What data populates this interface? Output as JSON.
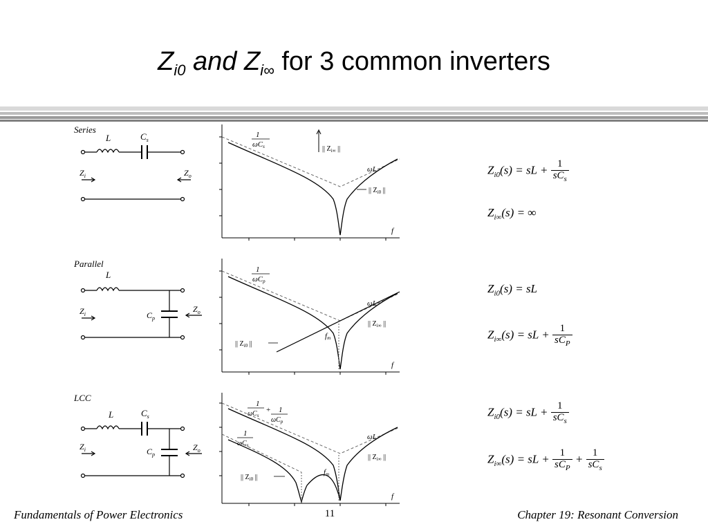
{
  "slide": {
    "title_z0": "Z",
    "title_z0_sub": "i0",
    "title_and": " and ",
    "title_zinf": "Z",
    "title_zinf_sub": "i∞",
    "title_rest": " for 3 common inverters"
  },
  "sections": [
    {
      "name": "Series",
      "components": {
        "L": "L",
        "C": "C",
        "C_sub": "s"
      },
      "terminals": {
        "zi": "Z",
        "zi_sub": "i",
        "zo": "Z",
        "zo_sub": "o"
      },
      "plot": {
        "asymptote_low": "1",
        "asymptote_low_den": "ωC",
        "asymptote_low_den_sub": "s",
        "asymptote_high": "ωL",
        "curve_label": "|| Z",
        "curve_label_sub": "i0",
        "curve_label_end": " ||",
        "inf_label": "|| Z",
        "inf_label_sub": "i∞",
        "inf_label_end": " ||",
        "xlabel": "f"
      },
      "equations": [
        {
          "lhs": "Z",
          "lhs_sub": "i0",
          "mid": "(s) = sL + ",
          "num": "1",
          "den": "sC",
          "den_sub": "s"
        },
        {
          "lhs": "Z",
          "lhs_sub": "i∞",
          "mid": "(s) = ∞"
        }
      ]
    },
    {
      "name": "Parallel",
      "components": {
        "L": "L",
        "C": "C",
        "C_sub": "p"
      },
      "terminals": {
        "zi": "Z",
        "zi_sub": "i",
        "zo": "Z",
        "zo_sub": "o"
      },
      "plot": {
        "asymptote_low": "1",
        "asymptote_low_den": "ωC",
        "asymptote_low_den_sub": "p",
        "asymptote_high": "ωL",
        "inf_label": "|| Z",
        "inf_label_sub": "i∞",
        "inf_label_end": " ||",
        "curve_label": "|| Z",
        "curve_label_sub": "i0",
        "curve_label_end": " ||",
        "fm": "f",
        "fm_sub": "m",
        "xlabel": "f"
      },
      "equations": [
        {
          "lhs": "Z",
          "lhs_sub": "i0",
          "mid": "(s) = sL"
        },
        {
          "lhs": "Z",
          "lhs_sub": "i∞",
          "mid": "(s) = sL + ",
          "num": "1",
          "den": "sC",
          "den_sub": "P"
        }
      ]
    },
    {
      "name": "LCC",
      "components": {
        "L": "L",
        "Cs": "C",
        "Cs_sub": "s",
        "Cp": "C",
        "Cp_sub": "p"
      },
      "terminals": {
        "zi": "Z",
        "zi_sub": "i",
        "zo": "Z",
        "zo_sub": "o"
      },
      "plot": {
        "asym1_a": "1",
        "asym1_a_den": "ωC",
        "asym1_a_den_sub": "s",
        "plus": "+",
        "asym1_b": "1",
        "asym1_b_den": "ωC",
        "asym1_b_den_sub": "p",
        "asym2": "1",
        "asym2_den": "ωC",
        "asym2_den_sub": "s",
        "asymptote_high": "ωL",
        "inf_label": "|| Z",
        "inf_label_sub": "i∞",
        "inf_label_end": " ||",
        "curve_label": "|| Z",
        "curve_label_sub": "i0",
        "curve_label_end": " ||",
        "fm": "f",
        "fm_sub": "m",
        "xlabel": "f"
      },
      "equations": [
        {
          "lhs": "Z",
          "lhs_sub": "i0",
          "mid": "(s) = sL + ",
          "num": "1",
          "den": "sC",
          "den_sub": "s"
        },
        {
          "lhs": "Z",
          "lhs_sub": "i∞",
          "mid": "(s) = sL + ",
          "num": "1",
          "den": "sC",
          "den_sub": "P",
          "plus": " + ",
          "num2": "1",
          "den2": "sC",
          "den2_sub": "s"
        }
      ]
    }
  ],
  "footer": {
    "left": "Fundamentals of Power Electronics",
    "page": "11",
    "right": "Chapter 19:  Resonant Conversion"
  }
}
